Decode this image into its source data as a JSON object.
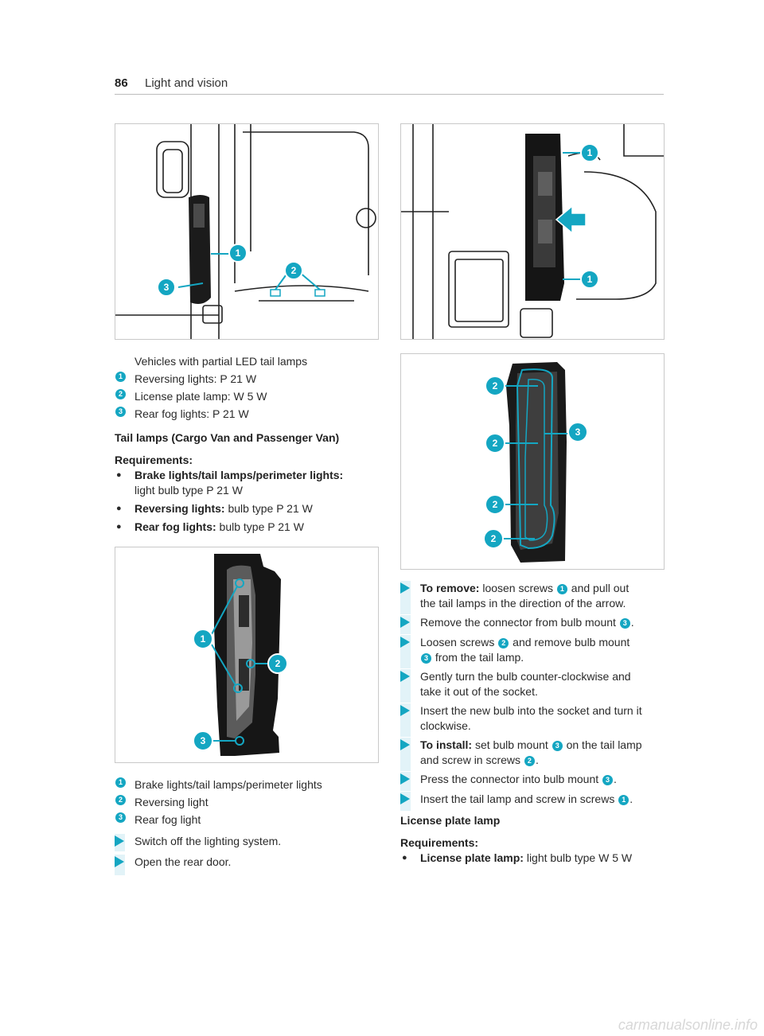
{
  "header": {
    "page_number": "86",
    "section": "Light and vision"
  },
  "fig1": {
    "caption_intro": "Vehicles with partial LED tail lamps",
    "items": [
      {
        "num": "1",
        "text": "Reversing lights: P 21 W"
      },
      {
        "num": "2",
        "text": "License plate lamp: W 5 W"
      },
      {
        "num": "3",
        "text": "Rear fog lights: P 21 W"
      }
    ],
    "callouts": [
      "1",
      "2",
      "3"
    ]
  },
  "tail_lamps": {
    "heading": "Tail lamps (Cargo Van and Passenger Van)",
    "requirements_label": "Requirements:",
    "req1_bold": "Brake lights/tail lamps/perimeter lights:",
    "req1_text": "light bulb type P 21 W",
    "req2_bold": "Reversing lights:",
    "req2_text": " bulb type P 21 W",
    "req3_bold": "Rear fog lights:",
    "req3_text": " bulb type P 21 W"
  },
  "fig3": {
    "items": [
      {
        "num": "1",
        "text": "Brake lights/tail lamps/perimeter lights"
      },
      {
        "num": "2",
        "text": "Reversing light"
      },
      {
        "num": "3",
        "text": "Rear fog light"
      }
    ],
    "callouts": [
      "1",
      "2",
      "3"
    ]
  },
  "left_steps": [
    "Switch off the lighting system.",
    "Open the rear door."
  ],
  "fig2": {
    "callouts": [
      "1",
      "1"
    ]
  },
  "fig4": {
    "callouts": [
      "2",
      "2",
      "2",
      "2",
      "3"
    ]
  },
  "right_steps": {
    "s1_bold": "To remove:",
    "s1_a": " loosen screws ",
    "s1_n1": "1",
    "s1_b": " and pull out",
    "s1_c": "the tail lamps in the direction of the arrow.",
    "s2_a": "Remove the connector from bulb mount ",
    "s2_n": "3",
    "s2_b": ".",
    "s3_a": "Loosen screws ",
    "s3_n1": "2",
    "s3_b": " and remove bulb mount",
    "s3_n2": "3",
    "s3_c": " from the tail lamp.",
    "s4_a": "Gently turn the bulb counter-clockwise and",
    "s4_b": "take it out of the socket.",
    "s5_a": "Insert the new bulb into the socket and turn it",
    "s5_b": "clockwise.",
    "s6_bold": "To install:",
    "s6_a": " set bulb mount ",
    "s6_n1": "3",
    "s6_b": " on the tail lamp",
    "s6_c": "and screw in screws ",
    "s6_n2": "2",
    "s6_d": ".",
    "s7_a": "Press the connector into bulb mount ",
    "s7_n": "3",
    "s7_b": ".",
    "s8_a": "Insert the tail lamp and screw in screws ",
    "s8_n": "1",
    "s8_b": "."
  },
  "license": {
    "heading": "License plate lamp",
    "requirements_label": "Requirements:",
    "req_bold": "License plate lamp:",
    "req_text": " light bulb type W 5 W"
  },
  "watermark": "carmanualsonline.info",
  "colors": {
    "accent": "#14a6c2",
    "step_bar": "#e2f3f8"
  }
}
